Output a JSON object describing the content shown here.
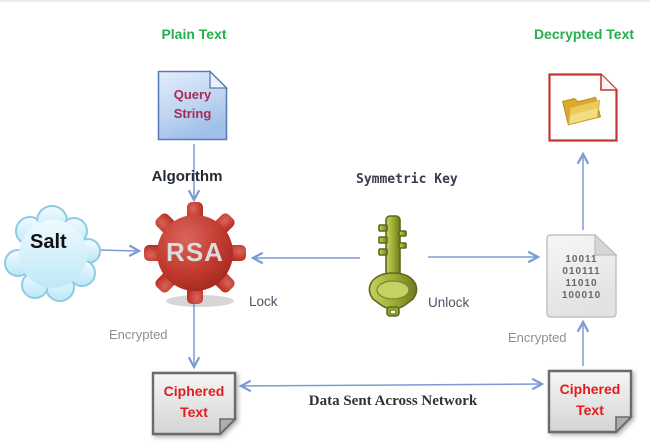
{
  "labels": {
    "plain_text": "Plain Text",
    "decrypted_text": "Decrypted Text",
    "algorithm": "Algorithm",
    "symmetric_key": "Symmetric Key",
    "lock": "Lock",
    "unlock": "Unlock",
    "encrypted_left": "Encrypted",
    "encrypted_right": "Encrypted",
    "data_sent": "Data Sent Across Network"
  },
  "nodes": {
    "query_doc": {
      "lines": [
        "Query",
        "String"
      ]
    },
    "salt_cloud": {
      "label": "Salt"
    },
    "rsa_gear": {
      "label": "RSA"
    },
    "key_icon": {
      "name": "symmetric-key-icon"
    },
    "binary_doc": {
      "lines": [
        "10011",
        "010111",
        "11010",
        "100010"
      ]
    },
    "folder_doc": {
      "name": "decrypted-document-icon"
    },
    "ciphered_left": {
      "lines": [
        "Ciphered",
        "Text"
      ]
    },
    "ciphered_right": {
      "lines": [
        "Ciphered",
        "Text"
      ]
    }
  },
  "colors": {
    "title_green": "#23b14d",
    "arrow_blue": "#7d9bd2",
    "gear_red": "#b52f25",
    "gear_text": "#dcdcdc",
    "ciphered_text_red": "#e31b1b",
    "query_text_crimson": "#a72b56",
    "query_doc_blue": "#b9d0ee",
    "note_gray": "#e3e3e3",
    "key_olive": "#9fae35",
    "cloud_blue": "#d9f1fb",
    "folder_border_red": "#c23732",
    "binary_text_gray": "#696969"
  }
}
